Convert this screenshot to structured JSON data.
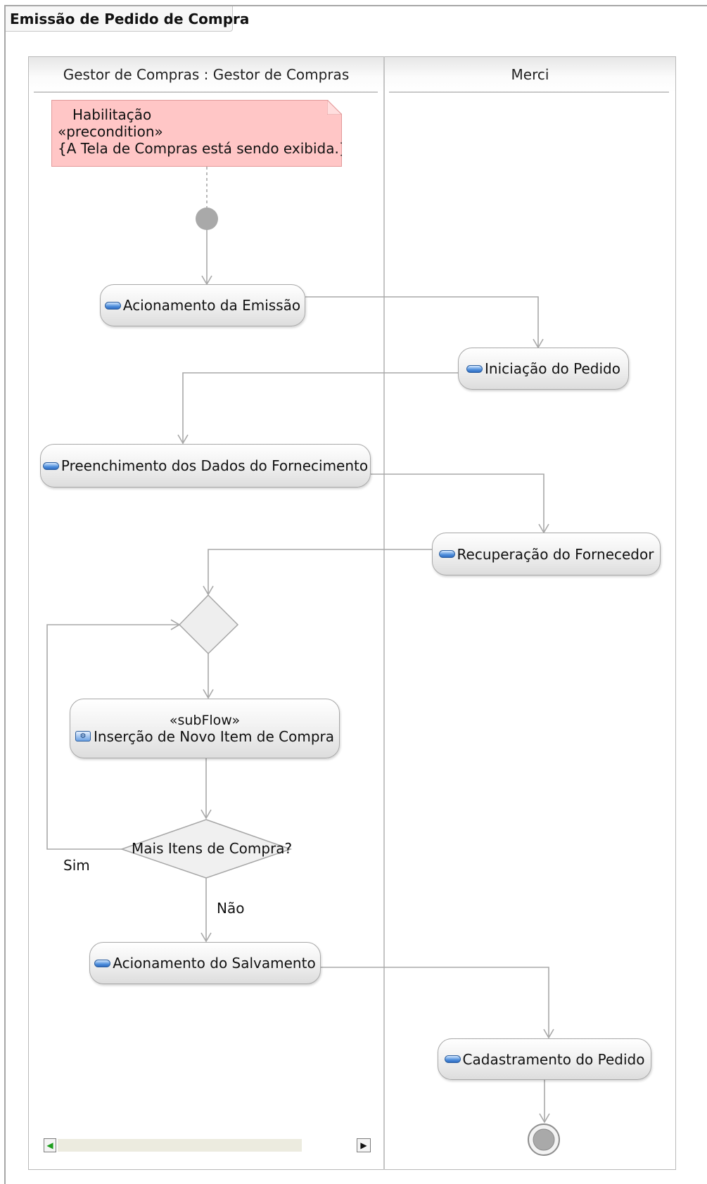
{
  "diagram": {
    "title": "Emissão de Pedido de Compra",
    "lanes": [
      "Gestor de Compras : Gestor de Compras",
      "Merci"
    ],
    "precondition_note": {
      "name": "Habilitação",
      "stereotype": "«precondition»",
      "condition": "{A Tela de Compras está sendo exibida.}"
    },
    "actions": {
      "acionamento_emissao": "Acionamento da Emissão",
      "iniciacao_pedido": "Iniciação do Pedido",
      "preenchimento_dados": "Preenchimento dos Dados do Fornecimento",
      "recuperacao_fornecedor": "Recuperação do Fornecedor",
      "acionamento_salvamento": "Acionamento do Salvamento",
      "cadastramento_pedido": "Cadastramento do Pedido"
    },
    "subflow": {
      "stereotype": "«subFlow»",
      "label": "Inserção de Novo Item de Compra"
    },
    "decision": {
      "question": "Mais Itens de Compra?"
    },
    "guards": {
      "yes": "Sim",
      "no": "Não"
    },
    "icons": {
      "action": "action-pill-icon",
      "subflow": "subflow-icon",
      "scroll_left": "scroll-left-arrow-icon",
      "scroll_right": "scroll-right-arrow-icon"
    },
    "colors": {
      "note_fill": "#ffc6c6",
      "note_border": "#e29a9a",
      "action_icon": "#4f8fdc",
      "connector": "#a8a8a8",
      "initial_node": "#a9a9a9"
    }
  }
}
